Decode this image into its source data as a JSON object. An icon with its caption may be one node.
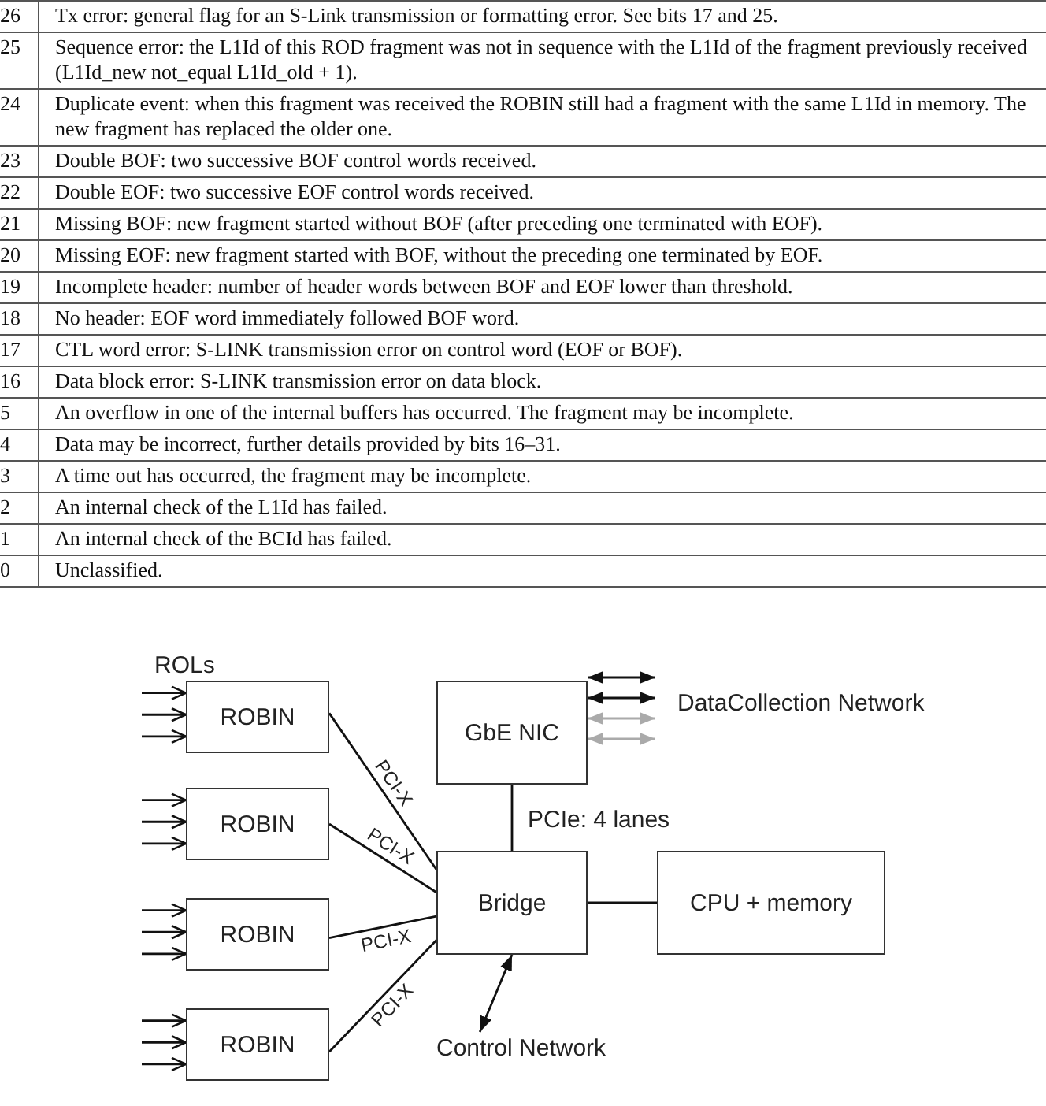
{
  "diagram": {
    "nodes": [
      {
        "text": [
          "ROBIN"
        ]
      },
      {
        "text": [
          "ROBIN"
        ]
      },
      {
        "text": [
          "ROBIN"
        ]
      },
      {
        "text": [
          "ROBIN"
        ]
      },
      {
        "text": [
          "GbE NIC"
        ]
      },
      {
        "text": [
          "Bridge"
        ]
      },
      {
        "text": [
          "CPU + memory"
        ]
      },
      {
        "text": [
          "DataCollection Network"
        ]
      },
      {
        "text": [
          "Control Network"
        ]
      }
    ],
    "edges": [
      {
        "from": null,
        "to": 0,
        "arrow": "to"
      },
      {
        "from": null,
        "to": 0,
        "arrow": "to"
      },
      {
        "from": null,
        "to": 0,
        "arrow": "to"
      },
      {
        "from": null,
        "to": 1,
        "arrow": "to"
      },
      {
        "from": null,
        "to": 1,
        "arrow": "to"
      },
      {
        "from": null,
        "to": 1,
        "arrow": "to"
      },
      {
        "from": null,
        "to": 2,
        "arrow": "to"
      },
      {
        "from": null,
        "to": 2,
        "arrow": "to"
      },
      {
        "from": null,
        "to": 2,
        "arrow": "to"
      },
      {
        "from": null,
        "to": 3,
        "arrow": "to"
      },
      {
        "from": null,
        "to": 3,
        "arrow": "to"
      },
      {
        "from": null,
        "to": 3,
        "arrow": "to"
      },
      {
        "from": 0,
        "to": 5,
        "arrow": "none",
        "label": "PCI-X"
      },
      {
        "from": 1,
        "to": 5,
        "arrow": "none",
        "label": "PCI-X"
      },
      {
        "from": 2,
        "to": 5,
        "arrow": "none",
        "label": "PCI-X"
      },
      {
        "from": 3,
        "to": 5,
        "arrow": "none",
        "label": "PCI-X"
      },
      {
        "from": 4,
        "to": 5,
        "arrow": "none",
        "label": "PCIe: 4 lanes"
      },
      {
        "from": 5,
        "to": 6,
        "arrow": "none"
      },
      {
        "from": 4,
        "to": 7,
        "arrow": "both"
      },
      {
        "from": 4,
        "to": 7,
        "arrow": "both"
      },
      {
        "from": 4,
        "to": 7,
        "arrow": "both",
        "color": "#aaaaaa"
      },
      {
        "from": 4,
        "to": 7,
        "arrow": "both",
        "color": "#aaaaaa"
      },
      {
        "from": 5,
        "to": 8,
        "arrow": "both"
      }
    ],
    "labels": [
      "26",
      "Tx error: general flag for an S-Link transmission or formatting error. See bits 17 and 25.",
      "25",
      "Sequence error: the L1Id of this ROD fragment was not in sequence with the L1Id of the fragment previously received (L1Id_new not_equal L1Id_old + 1).",
      "24",
      "Duplicate event: when this fragment was received the ROBIN still had a fragment with the same L1Id in memory. The new fragment has replaced the older one.",
      "23",
      "Double BOF: two successive BOF control words received.",
      "22",
      "Double EOF: two successive EOF control words received.",
      "21",
      "Missing BOF: new fragment started without BOF (after preceding one terminated with EOF).",
      "20",
      "Missing EOF: new fragment started with BOF, without the preceding one terminated by EOF.",
      "19",
      "Incomplete header: number of header words between BOF and EOF lower than threshold.",
      "18",
      "No header: EOF word immediately followed BOF word.",
      "17",
      "CTL word error: S-LINK transmission error on control word (EOF or BOF).",
      "16",
      "Data block error: S-LINK transmission error on data block.",
      "5",
      "An overflow in one of the internal buffers has occurred. The fragment may be incomplete.",
      "4",
      "Data may be incorrect, further details provided by bits 16–31.",
      "3",
      "A time out has occurred, the fragment may be incomplete.",
      "2",
      "An internal check of the L1Id has failed.",
      "1",
      "An internal check of the BCId has failed.",
      "0",
      "Unclassified.",
      "ROLs"
    ]
  }
}
